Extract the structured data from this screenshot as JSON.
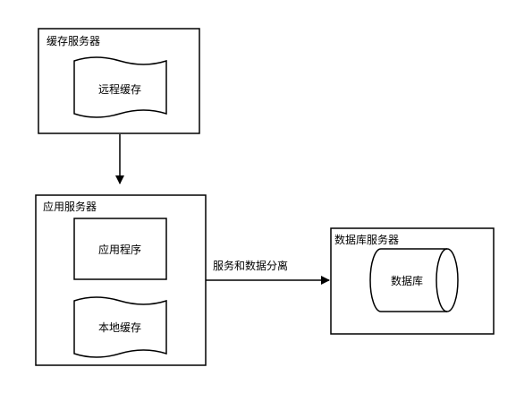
{
  "diagram": {
    "containers": {
      "cache_server": {
        "title": "缓存服务器"
      },
      "app_server": {
        "title": "应用服务器"
      },
      "db_server": {
        "title": "数据库服务器"
      }
    },
    "nodes": {
      "remote_cache": {
        "label": "远程缓存",
        "shape": "document"
      },
      "application": {
        "label": "应用程序",
        "shape": "rectangle"
      },
      "local_cache": {
        "label": "本地缓存",
        "shape": "document"
      },
      "database": {
        "label": "数据库",
        "shape": "cylinder"
      }
    },
    "edges": {
      "cache_to_app": {
        "from": "cache_server",
        "to": "app_server",
        "label": ""
      },
      "app_to_db": {
        "from": "app_server",
        "to": "db_server",
        "label": "服务和数据分离"
      }
    },
    "colors": {
      "stroke": "#000000",
      "fill": "#ffffff",
      "text": "#000000"
    }
  }
}
